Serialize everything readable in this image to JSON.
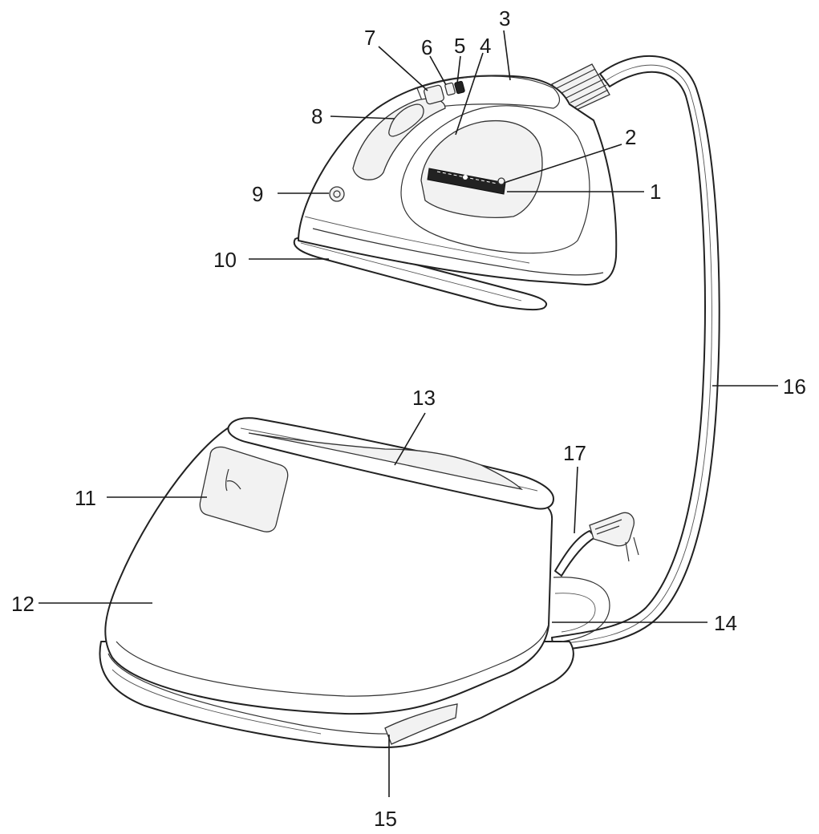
{
  "labels": {
    "l1": "1",
    "l2": "2",
    "l3": "3",
    "l4": "4",
    "l5": "5",
    "l6": "6",
    "l7": "7",
    "l8": "8",
    "l9": "9",
    "l10": "10",
    "l11": "11",
    "l12": "12",
    "l13": "13",
    "l14": "14",
    "l15": "15",
    "l16": "16",
    "l17": "17"
  },
  "colors": {
    "line": "#1a1a1a",
    "background": "#ffffff"
  }
}
